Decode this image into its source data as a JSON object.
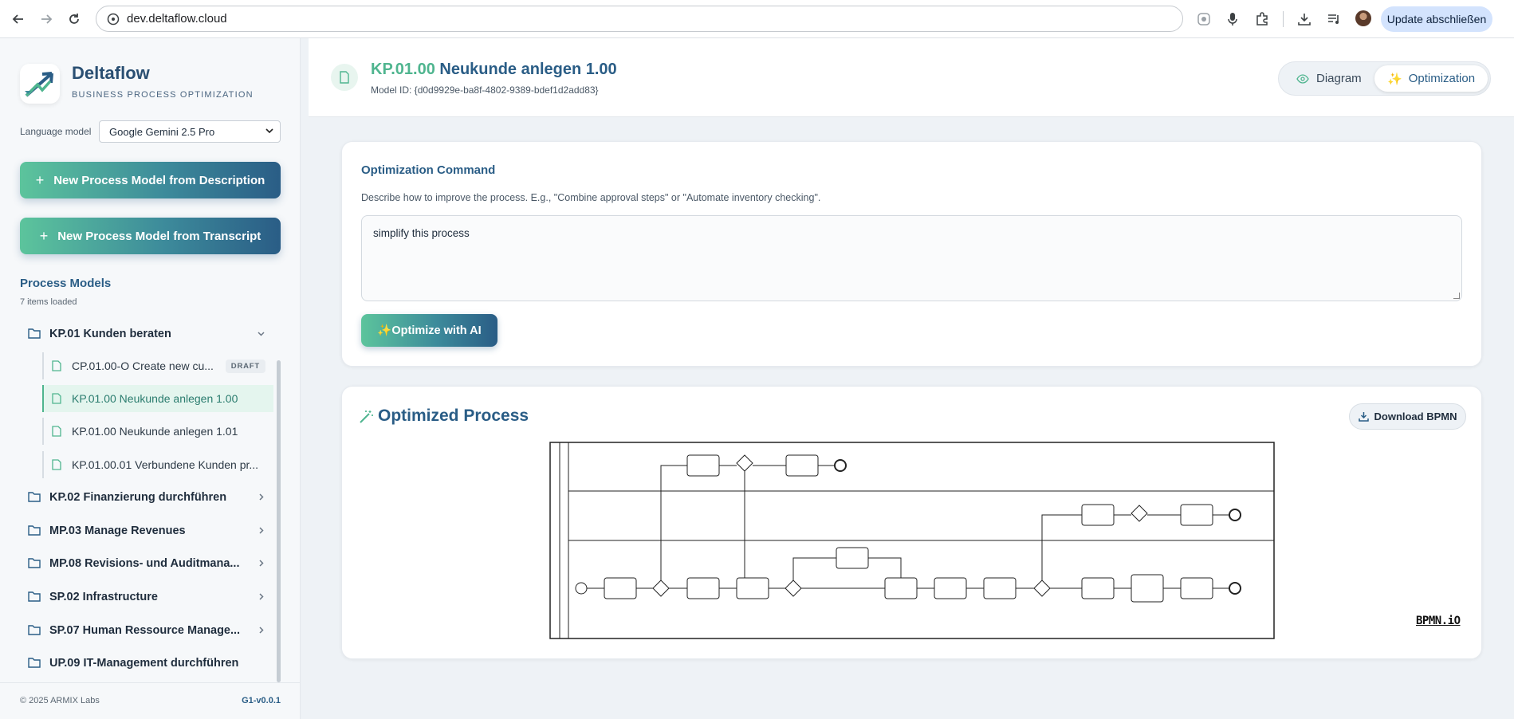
{
  "browser": {
    "url": "dev.deltaflow.cloud",
    "update_label": "Update abschließen"
  },
  "sidebar": {
    "brand": "Deltaflow",
    "tagline": "BUSINESS PROCESS OPTIMIZATION",
    "language_model_label": "Language model",
    "language_model_value": "Google Gemini 2.5 Pro",
    "new_from_description": "New Process Model from Description",
    "new_from_transcript": "New Process Model from Transcript",
    "process_models_title": "Process Models",
    "items_loaded": "7 items loaded",
    "tree": {
      "folder_kp01": "KP.01 Kunden beraten",
      "file_cp0100": "CP.01.00-O Create new cu...",
      "file_cp0100_badge": "DRAFT",
      "file_kp0100": "KP.01.00 Neukunde anlegen 1.00",
      "file_kp0101": "KP.01.00 Neukunde anlegen 1.01",
      "file_kp010001": "KP.01.00.01 Verbundene Kunden pr...",
      "folder_kp02": "KP.02 Finanzierung durchführen",
      "folder_mp03": "MP.03 Manage Revenues",
      "folder_mp08": "MP.08 Revisions- und Auditmana...",
      "folder_sp02": "SP.02 Infrastructure",
      "folder_sp07": "SP.07 Human Ressource Manage...",
      "folder_up09": "UP.09 IT-Management durchführen"
    },
    "copyright": "© 2025 ARMIX Labs",
    "version": "G1-v0.0.1"
  },
  "header": {
    "title_code": "KP.01.00",
    "title_rest": "Neukunde anlegen 1.00",
    "model_id": "Model ID: {d0d9929e-ba8f-4802-9389-bdef1d2add83}",
    "tab_diagram": "Diagram",
    "tab_optimization": "Optimization"
  },
  "command": {
    "title": "Optimization Command",
    "description": "Describe how to improve the process. E.g., \"Combine approval steps\" or \"Automate inventory checking\".",
    "value": "simplify this process",
    "button": "✨Optimize with AI"
  },
  "optimized": {
    "title": "Optimized Process",
    "download": "Download BPMN",
    "watermark": "BPMN.iO"
  },
  "colors": {
    "accent_green": "#4fb58f",
    "accent_blue": "#2a5d86"
  }
}
